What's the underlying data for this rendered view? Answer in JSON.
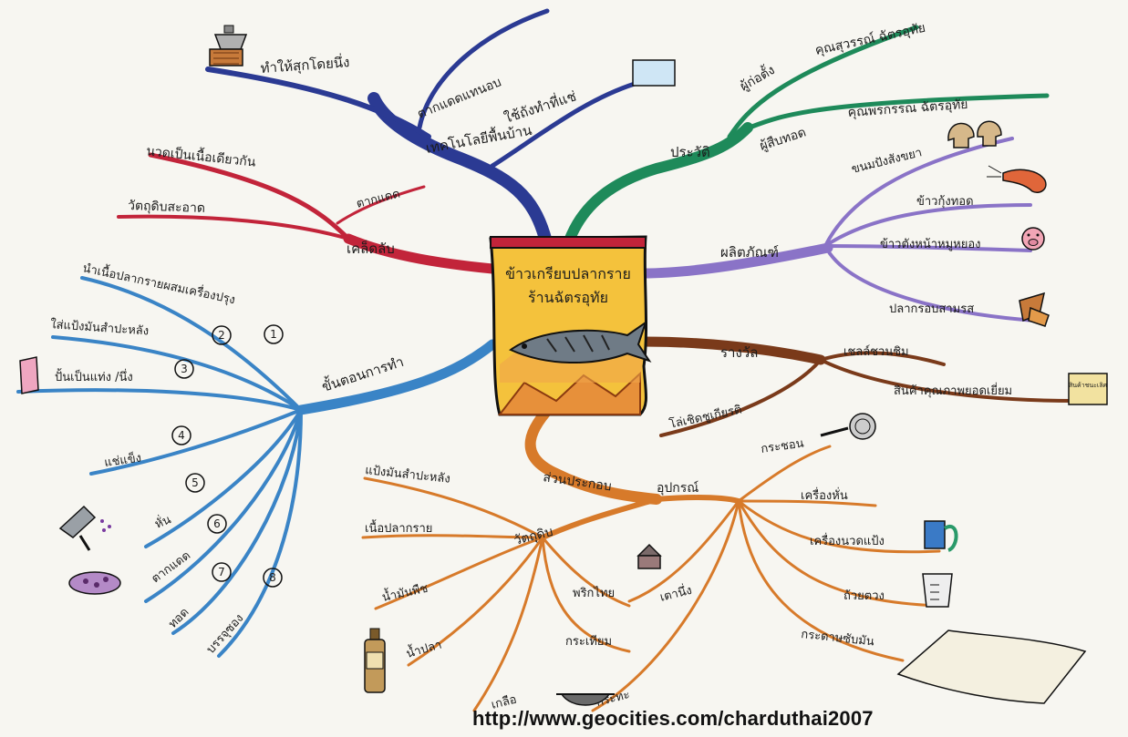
{
  "center": {
    "line1": "ข้าวเกรียบปลากราย",
    "line2": "ร้านฉัตรอุทัย"
  },
  "branches": {
    "technology": {
      "color": "#2b3a93",
      "title": "เทคโนโลยีพื้นบ้าน",
      "items": [
        "ทำให้สุกโดยนึ่ง",
        "ตากแดดแทนอบ",
        "ใช้ถังทำที่แช่"
      ]
    },
    "history": {
      "color": "#1e8a5a",
      "title": "ประวัติ",
      "items": [
        {
          "label": "ผู้ก่อตั้ง",
          "value": "คุณสุวรรณ์ ฉัตรอุทัย"
        },
        {
          "label": "ผู้สืบทอด",
          "value": "คุณพรกรรณ ฉัตรอุทัย"
        }
      ]
    },
    "products": {
      "color": "#8a73c7",
      "title": "ผลิตภัณฑ์",
      "items": [
        "ขนมปังสังขยา",
        "ข้าวกุ้งทอด",
        "ข้าวตังหน้าหมูหยอง",
        "ปลากรอบสามรส"
      ]
    },
    "secrets": {
      "color": "#c2243a",
      "title": "เคล็ดลับ",
      "sub": "ตากแดด",
      "items": [
        "นวดเป็นเนื้อเดียวกัน",
        "วัตถุดิบสะอาด"
      ]
    },
    "steps": {
      "color": "#3a84c6",
      "title": "ขั้นตอนการทำ",
      "items": [
        {
          "num": "1",
          "text": "นำเนื้อปลากรายผสมเครื่องปรุง"
        },
        {
          "num": "2",
          "text": "ใส่แป้งมันสำปะหลัง"
        },
        {
          "num": "3",
          "text": "ปั้นเป็นแท่ง /นึ่ง"
        },
        {
          "num": "4",
          "text": "แช่แข็ง"
        },
        {
          "num": "5",
          "text": "หั่น"
        },
        {
          "num": "6",
          "text": "ตากแดด"
        },
        {
          "num": "7",
          "text": "ทอด"
        },
        {
          "num": "8",
          "text": "บรรจุซอง"
        }
      ]
    },
    "awards": {
      "color": "#7a3a1a",
      "title": "รางวัล",
      "items": [
        "เชลล์ชวนชิม",
        "สินค้าคุณภาพยอดเยี่ยม",
        "โล่เชิดชูเกียรติ"
      ],
      "sign": "สินค้าชนะเลิศ"
    },
    "components": {
      "color": "#d77a2a",
      "title": "ส่วนประกอบ",
      "ingredients": {
        "title": "วัตถุดิบ",
        "items": [
          "แป้งมันสำปะหลัง",
          "เนื้อปลากราย",
          "น้ำมันพืช",
          "น้ำปลา",
          "เกลือ",
          "กระเทียม",
          "พริกไทย"
        ]
      },
      "equipment": {
        "title": "อุปกรณ์",
        "items": [
          "เตานึ่ง",
          "กระทะ",
          "กระชอน",
          "เครื่องหั่น",
          "เครื่องนวดแป้ง",
          "ถ้วยตวง",
          "กระดาษซับมัน"
        ]
      }
    }
  },
  "footer": "http://www.geocities.com/charduthai2007",
  "icons": [
    "steamer-icon",
    "tray-icon",
    "bread-icon",
    "shrimp-icon",
    "pig-icon",
    "fish-icon",
    "flag-icon",
    "knife-icon",
    "plate-icon",
    "sign-icon",
    "pot-icon",
    "bottle-icon",
    "wok-icon",
    "strainer-icon",
    "mixer-icon",
    "cup-icon",
    "paper-icon"
  ]
}
